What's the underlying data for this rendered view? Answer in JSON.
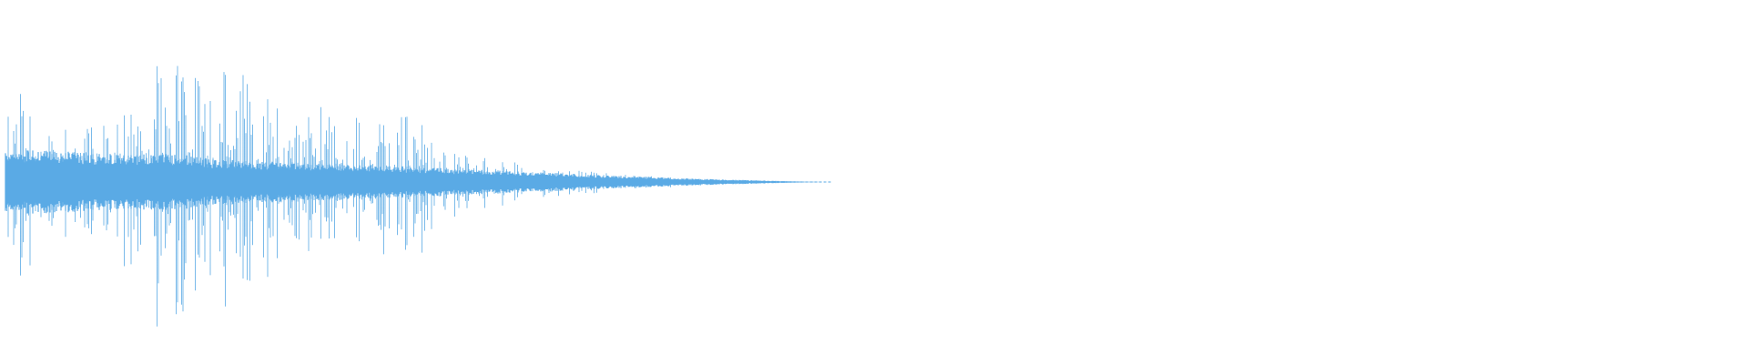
{
  "waveform": {
    "color": "#5aaae5",
    "background": "#ffffff",
    "peak_envelope": [
      [
        0.0,
        0.55
      ],
      [
        0.005,
        0.85
      ],
      [
        0.01,
        0.7
      ],
      [
        0.015,
        0.8
      ],
      [
        0.02,
        0.6
      ],
      [
        0.03,
        0.45
      ],
      [
        0.04,
        0.4
      ],
      [
        0.05,
        0.5
      ],
      [
        0.06,
        0.45
      ],
      [
        0.07,
        0.55
      ],
      [
        0.075,
        0.7
      ],
      [
        0.08,
        0.82
      ],
      [
        0.085,
        0.88
      ],
      [
        0.09,
        0.95
      ],
      [
        0.095,
        0.85
      ],
      [
        0.1,
        0.98
      ],
      [
        0.105,
        0.82
      ],
      [
        0.11,
        0.88
      ],
      [
        0.115,
        0.92
      ],
      [
        0.12,
        0.65
      ],
      [
        0.125,
        0.88
      ],
      [
        0.13,
        0.8
      ],
      [
        0.135,
        0.86
      ],
      [
        0.14,
        0.9
      ],
      [
        0.145,
        0.72
      ],
      [
        0.15,
        0.68
      ],
      [
        0.155,
        0.76
      ],
      [
        0.16,
        0.58
      ],
      [
        0.17,
        0.5
      ],
      [
        0.18,
        0.6
      ],
      [
        0.19,
        0.56
      ],
      [
        0.2,
        0.52
      ],
      [
        0.21,
        0.55
      ],
      [
        0.22,
        0.48
      ],
      [
        0.23,
        0.52
      ],
      [
        0.24,
        0.45
      ],
      [
        0.25,
        0.32
      ],
      [
        0.26,
        0.24
      ],
      [
        0.27,
        0.2
      ],
      [
        0.28,
        0.18
      ],
      [
        0.29,
        0.16
      ],
      [
        0.3,
        0.14
      ],
      [
        0.31,
        0.12
      ],
      [
        0.32,
        0.1
      ],
      [
        0.33,
        0.09
      ],
      [
        0.34,
        0.08
      ],
      [
        0.35,
        0.07
      ],
      [
        0.36,
        0.06
      ],
      [
        0.37,
        0.05
      ],
      [
        0.38,
        0.04
      ],
      [
        0.39,
        0.03
      ],
      [
        0.4,
        0.025
      ],
      [
        0.41,
        0.02
      ],
      [
        0.42,
        0.015
      ],
      [
        0.43,
        0.01
      ],
      [
        0.44,
        0.006
      ],
      [
        0.45,
        0.003
      ],
      [
        0.46,
        0.001
      ],
      [
        0.47,
        0.0
      ]
    ],
    "body_envelope": [
      [
        0.0,
        0.25
      ],
      [
        0.02,
        0.25
      ],
      [
        0.06,
        0.22
      ],
      [
        0.1,
        0.22
      ],
      [
        0.12,
        0.18
      ],
      [
        0.15,
        0.16
      ],
      [
        0.2,
        0.14
      ],
      [
        0.25,
        0.11
      ],
      [
        0.3,
        0.08
      ],
      [
        0.35,
        0.05
      ],
      [
        0.4,
        0.025
      ],
      [
        0.44,
        0.01
      ],
      [
        0.47,
        0.0
      ]
    ]
  }
}
